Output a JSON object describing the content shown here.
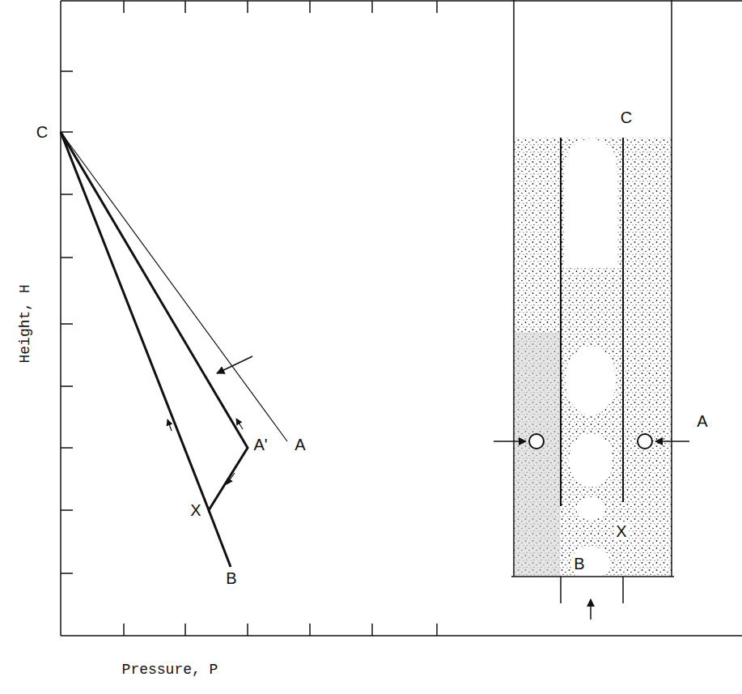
{
  "diagram": {
    "labels": [
      "Height, H",
      "C",
      "A'",
      "A",
      "X",
      "B",
      "Pressure, P",
      "C",
      "A",
      "X",
      "B"
    ]
  }
}
